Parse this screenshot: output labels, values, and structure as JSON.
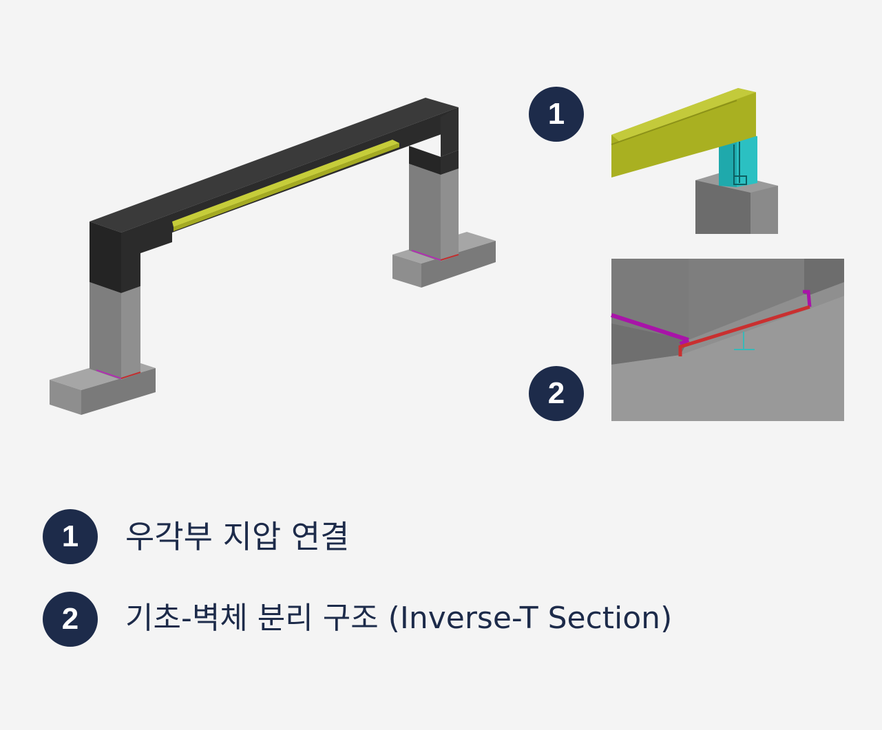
{
  "markers": {
    "connection": "1",
    "separation": "2"
  },
  "legend": [
    {
      "number": "1",
      "text": "우각부 지압 연결"
    },
    {
      "number": "2",
      "text": "기초-벽체 분리 구조 (Inverse-T Section)"
    }
  ],
  "colors": {
    "background": "#f4f4f4",
    "badge": "#1d2b4a",
    "frame_dark": "#333333",
    "concrete": "#8c8c8c",
    "steel_beam": "#b6bd2e",
    "steel_column": "#29b1b4",
    "magenta_plate": "#a814a8",
    "red_plate": "#c93030"
  }
}
